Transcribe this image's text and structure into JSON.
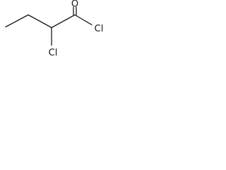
{
  "molecule": {
    "atoms": {
      "carbonyl_oxygen": "O",
      "acyl_chlorine": "Cl",
      "alpha_chlorine": "Cl"
    }
  }
}
